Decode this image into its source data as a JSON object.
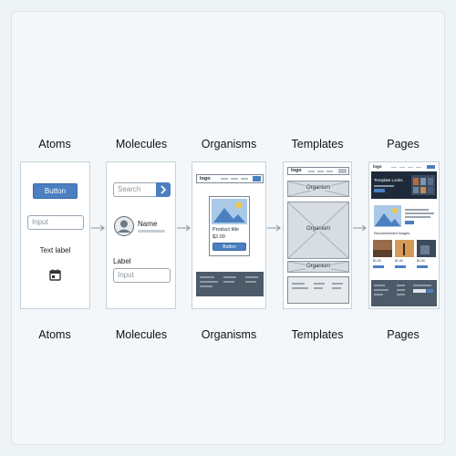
{
  "stages": [
    {
      "title": "Atoms"
    },
    {
      "title": "Molecules"
    },
    {
      "title": "Organisms"
    },
    {
      "title": "Templates"
    },
    {
      "title": "Pages"
    }
  ],
  "atoms": {
    "button_label": "Button",
    "input_placeholder": "Input",
    "text_label": "Text label",
    "icon": "calendar-icon"
  },
  "molecules": {
    "search_placeholder": "Search",
    "name_label": "Name",
    "field_label": "Label",
    "input_placeholder": "Input"
  },
  "organisms": {
    "logo": "logo",
    "product_title": "Product title",
    "price": "$2.00",
    "button_label": "Button"
  },
  "templates": {
    "logo": "logo",
    "slot_label": "Organism"
  },
  "pages": {
    "logo": "logo",
    "hero_title": "Template Looks",
    "section_title": "Recommended Images",
    "price": "$1.00"
  },
  "colors": {
    "accent": "#4b7fc0",
    "footer": "#4d5b68",
    "background": "#eef3f6"
  }
}
